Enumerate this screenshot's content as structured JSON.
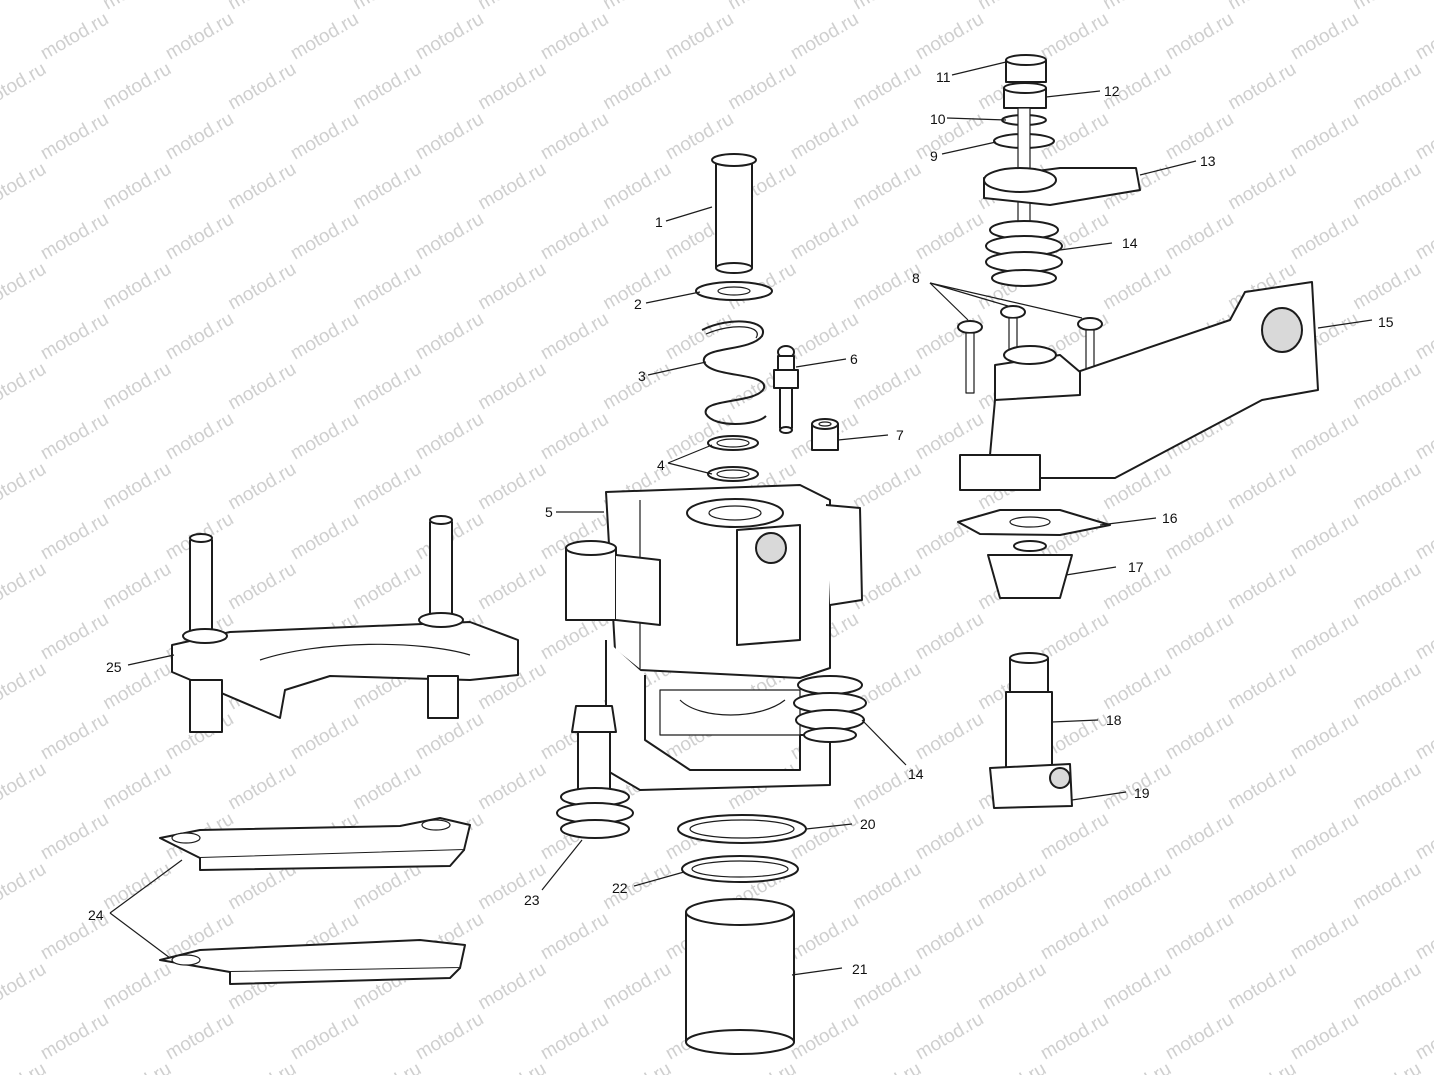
{
  "watermark": "motod.ru",
  "callouts": [
    {
      "id": "c1",
      "label": "1"
    },
    {
      "id": "c2",
      "label": "2"
    },
    {
      "id": "c3",
      "label": "3"
    },
    {
      "id": "c4",
      "label": "4"
    },
    {
      "id": "c5",
      "label": "5"
    },
    {
      "id": "c6",
      "label": "6"
    },
    {
      "id": "c7",
      "label": "7"
    },
    {
      "id": "c8",
      "label": "8"
    },
    {
      "id": "c9",
      "label": "9"
    },
    {
      "id": "c10",
      "label": "10"
    },
    {
      "id": "c11",
      "label": "11"
    },
    {
      "id": "c12",
      "label": "12"
    },
    {
      "id": "c13",
      "label": "13"
    },
    {
      "id": "c14a",
      "label": "14"
    },
    {
      "id": "c14b",
      "label": "14"
    },
    {
      "id": "c15",
      "label": "15"
    },
    {
      "id": "c16",
      "label": "16"
    },
    {
      "id": "c17",
      "label": "17"
    },
    {
      "id": "c18",
      "label": "18"
    },
    {
      "id": "c19",
      "label": "19"
    },
    {
      "id": "c20",
      "label": "20"
    },
    {
      "id": "c21",
      "label": "21"
    },
    {
      "id": "c22",
      "label": "22"
    },
    {
      "id": "c23",
      "label": "23"
    },
    {
      "id": "c24",
      "label": "24"
    },
    {
      "id": "c25",
      "label": "25"
    }
  ]
}
